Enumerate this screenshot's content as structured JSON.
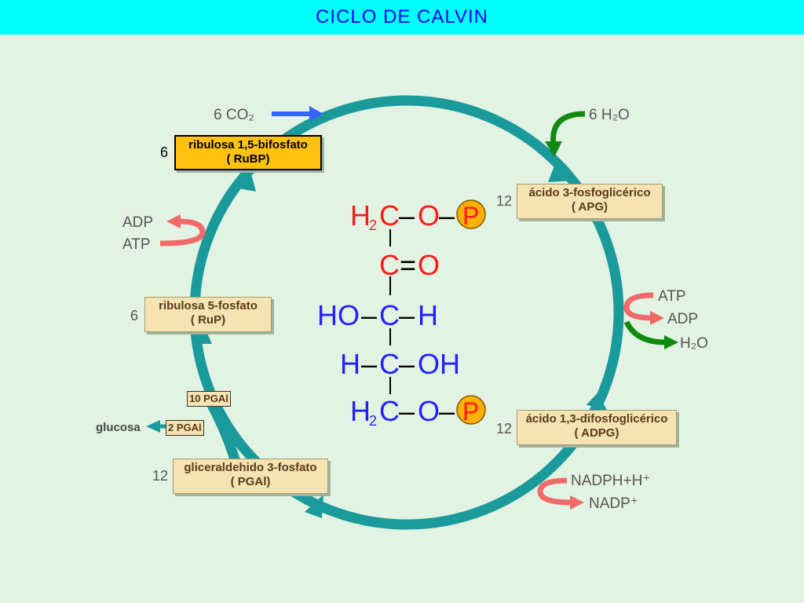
{
  "title": "CICLO DE CALVIN",
  "inputs": {
    "co2": "6 CO₂",
    "h2o_in": "6 H₂O",
    "atp_right": "ATP",
    "adp_right": "ADP",
    "h2o_out": "H₂O",
    "nadph": "NADPH+H⁺",
    "nadp": "NADP⁺",
    "adp_left": "ADP",
    "atp_left": "ATP",
    "glucosa": "glucosa"
  },
  "nodes": {
    "rubp": {
      "count": "6",
      "line1": "ribulosa 1,5-bifosfato",
      "line2": "( RuBP)"
    },
    "apg": {
      "count": "12",
      "line1": "ácido 3-fosfoglicérico",
      "line2": "( APG)"
    },
    "adpg": {
      "count": "12",
      "line1": "ácido 1,3-difosfoglicérico",
      "line2": "( ADPG)"
    },
    "pgal": {
      "count": "12",
      "line1": "gliceraldehido 3-fosfato",
      "line2": "( PGAl)"
    },
    "rup": {
      "count": "6",
      "line1": "ribulosa  5-fosfato",
      "line2": "( RuP)"
    }
  },
  "tags": {
    "pgal10": "10 PGAl",
    "pgal2": "2 PGAl"
  },
  "molecule": {
    "row1": [
      "H",
      "2",
      "C",
      "–",
      "O",
      "–",
      "P"
    ],
    "row2": [
      "C",
      "=",
      "O"
    ],
    "row3": [
      "HO",
      "–",
      "C",
      "–",
      "H"
    ],
    "row4": [
      "H",
      "–",
      "C",
      "–",
      "OH"
    ],
    "row5": [
      "H",
      "2",
      "C",
      "–",
      "O",
      "–",
      "P"
    ]
  },
  "colors": {
    "cycle": "#1a9a9a",
    "co2_arrow": "#3366ff",
    "green_arrow": "#108a10",
    "pink_arrow": "#f06a6a",
    "phosphate": "#ffb000",
    "red_atoms": "#ff1a1a",
    "blue_atoms": "#2222ff"
  }
}
